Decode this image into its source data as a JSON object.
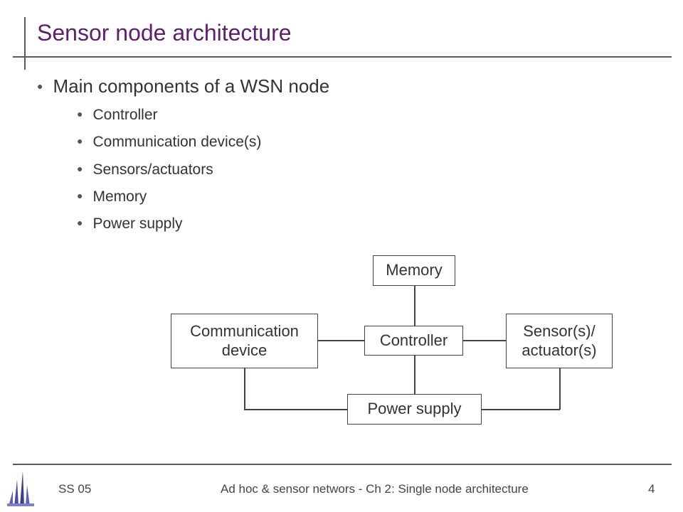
{
  "slide": {
    "title": "Sensor node architecture",
    "main_bullet": "Main components of a WSN node",
    "sub_bullets": [
      "Controller",
      "Communication device(s)",
      "Sensors/actuators",
      "Memory",
      "Power supply"
    ]
  },
  "diagram": {
    "memory": "Memory",
    "controller": "Controller",
    "comm_line1": "Communication",
    "comm_line2": "device",
    "sensor_line1": "Sensor(s)/",
    "sensor_line2": "actuator(s)",
    "power": "Power supply"
  },
  "footer": {
    "left": "SS 05",
    "center": "Ad hoc & sensor networs - Ch 2: Single node architecture",
    "page": "4"
  },
  "colors": {
    "title": "#5e1f6e",
    "logo": "#4a4fa0"
  },
  "icons": {
    "logo": "university-logo-icon",
    "bullet": "bullet-dot-icon"
  }
}
